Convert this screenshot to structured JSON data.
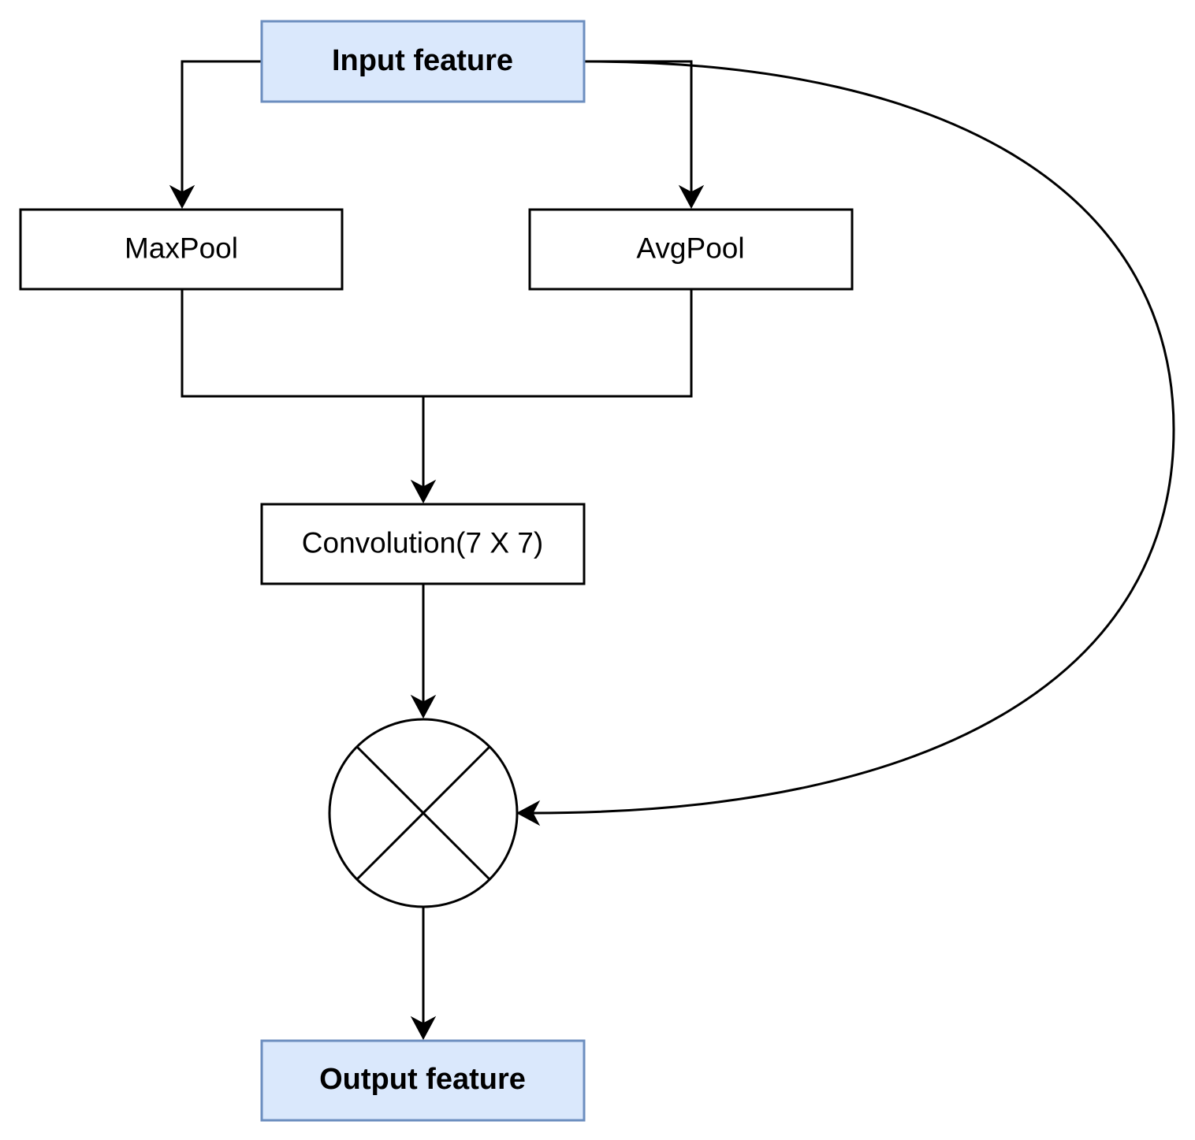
{
  "diagram": {
    "nodes": {
      "input": {
        "label": "Input feature",
        "fill": "#dae8fc",
        "stroke": "#6c8ebf"
      },
      "maxpool": {
        "label": "MaxPool",
        "fill": "#ffffff",
        "stroke": "#000000"
      },
      "avgpool": {
        "label": "AvgPool",
        "fill": "#ffffff",
        "stroke": "#000000"
      },
      "conv": {
        "label": "Convolution(7 X 7)",
        "fill": "#ffffff",
        "stroke": "#000000"
      },
      "multiply": {
        "symbol": "multiply-circle-icon",
        "fill": "#ffffff",
        "stroke": "#000000"
      },
      "output": {
        "label": "Output feature",
        "fill": "#dae8fc",
        "stroke": "#6c8ebf"
      }
    },
    "edges": [
      {
        "from": "input",
        "to": "maxpool"
      },
      {
        "from": "input",
        "to": "avgpool"
      },
      {
        "from": "maxpool",
        "to": "conv"
      },
      {
        "from": "avgpool",
        "to": "conv"
      },
      {
        "from": "conv",
        "to": "multiply"
      },
      {
        "from": "input",
        "to": "multiply"
      },
      {
        "from": "multiply",
        "to": "output"
      }
    ]
  }
}
